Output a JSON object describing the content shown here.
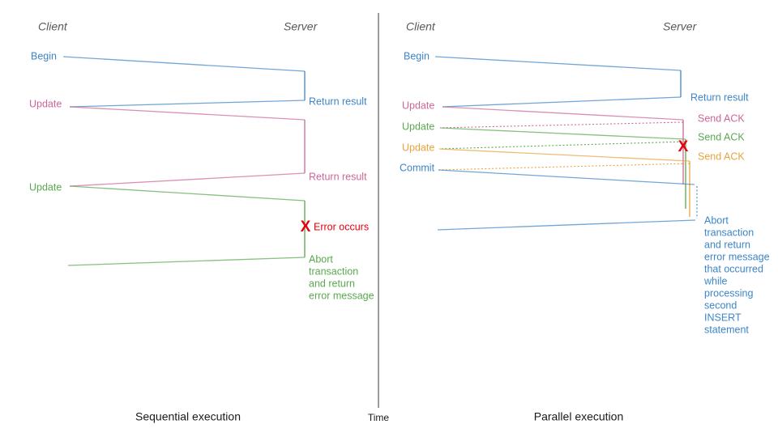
{
  "figure": {
    "title_left": "Sequential execution",
    "title_right": "Parallel execution",
    "time_axis_label": "Time"
  },
  "colors": {
    "blue": "#3d85c8",
    "pink": "#cc6699",
    "green": "#5aa84f",
    "orange": "#e8a33d",
    "error_red": "#e8000d",
    "actor_gray": "#595959",
    "divider": "#4d4d4d"
  },
  "left_panel": {
    "actors": {
      "client": "Client",
      "server": "Server"
    },
    "client_labels": [
      {
        "text": "Begin",
        "color": "blue"
      },
      {
        "text": "Update",
        "color": "pink"
      },
      {
        "text": "Update",
        "color": "green"
      }
    ],
    "server_labels": [
      {
        "text": "Return result",
        "color": "blue"
      },
      {
        "text": "Return result",
        "color": "pink"
      }
    ],
    "error_marker": {
      "glyph": "X",
      "text": "Error occurs",
      "color": "error_red"
    },
    "abort_note": {
      "color": "green",
      "lines": [
        "Abort",
        "transaction",
        "and return",
        "error message"
      ]
    }
  },
  "right_panel": {
    "actors": {
      "client": "Client",
      "server": "Server"
    },
    "client_labels": [
      {
        "text": "Begin",
        "color": "blue"
      },
      {
        "text": "Update",
        "color": "pink"
      },
      {
        "text": "Update",
        "color": "green"
      },
      {
        "text": "Update",
        "color": "orange"
      },
      {
        "text": "Commit",
        "color": "blue"
      }
    ],
    "server_labels": [
      {
        "text": "Return result",
        "color": "blue"
      },
      {
        "text": "Send ACK",
        "color": "pink"
      },
      {
        "text": "Send ACK",
        "color": "green"
      },
      {
        "text": "Send ACK",
        "color": "orange"
      }
    ],
    "error_marker": {
      "glyph": "X",
      "color": "error_red"
    },
    "abort_note": {
      "color": "blue",
      "lines": [
        "Abort",
        "transaction",
        "and return",
        "error message",
        "that occurred",
        "while",
        "processing",
        "second",
        "INSERT",
        "statement"
      ]
    }
  }
}
